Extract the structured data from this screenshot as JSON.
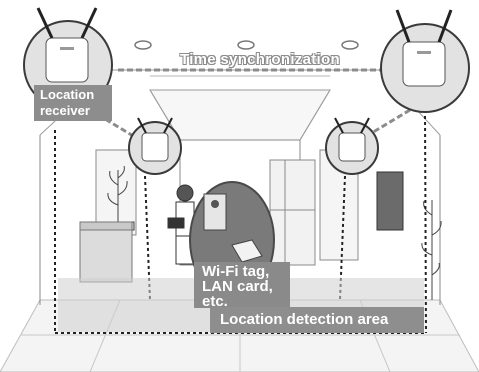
{
  "diagram": {
    "labels": {
      "time_sync": "Time synchronization",
      "location_receiver": "Location receiver",
      "tag_line1": "Wi-Fi tag,",
      "tag_line2": "LAN card,",
      "tag_line3": "etc.",
      "detection_area": "Location detection area"
    }
  }
}
